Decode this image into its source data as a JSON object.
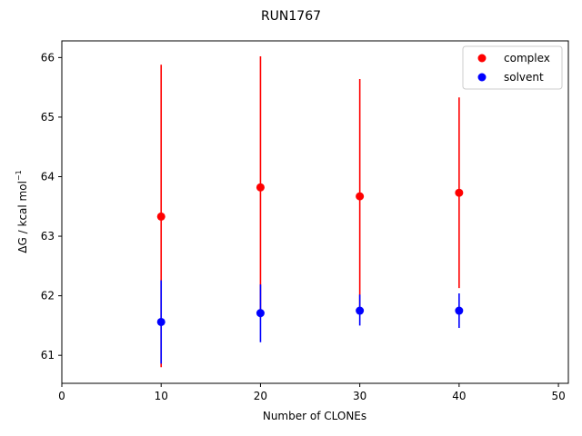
{
  "chart_data": {
    "type": "scatter",
    "title": "RUN1767",
    "xlabel": "Number of CLONEs",
    "ylabel_main": "ΔG / kcal mol",
    "ylabel_sup": "−1",
    "xlim": [
      0,
      51
    ],
    "ylim": [
      60.53,
      66.28
    ],
    "xticks": [
      0,
      10,
      20,
      30,
      40,
      50
    ],
    "xtick_labels": [
      "0",
      "10",
      "20",
      "30",
      "40",
      "50"
    ],
    "yticks": [
      61,
      62,
      63,
      64,
      65,
      66
    ],
    "ytick_labels": [
      "61",
      "62",
      "63",
      "64",
      "65",
      "66"
    ],
    "grid": false,
    "legend_position": "top-right",
    "series": [
      {
        "name": "complex",
        "color": "#ff0000",
        "x": [
          10,
          20,
          30,
          40
        ],
        "y": [
          63.33,
          63.82,
          63.67,
          63.73
        ],
        "err_low": [
          60.8,
          61.63,
          61.69,
          62.13
        ],
        "err_high": [
          65.88,
          66.02,
          65.64,
          65.33
        ]
      },
      {
        "name": "solvent",
        "color": "#0000ff",
        "x": [
          10,
          20,
          30,
          40
        ],
        "y": [
          61.56,
          61.71,
          61.75,
          61.75
        ],
        "err_low": [
          60.86,
          61.22,
          61.5,
          61.46
        ],
        "err_high": [
          62.26,
          62.19,
          62.02,
          62.04
        ]
      }
    ]
  }
}
